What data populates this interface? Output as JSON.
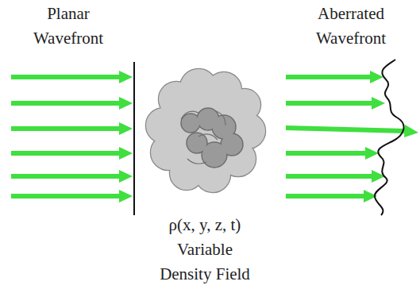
{
  "diagram": {
    "labels": [
      "Planar Wavefront",
      "Aberrated Wavefront",
      "ρ(x, y, z, t) Variable Density Field"
    ]
  }
}
